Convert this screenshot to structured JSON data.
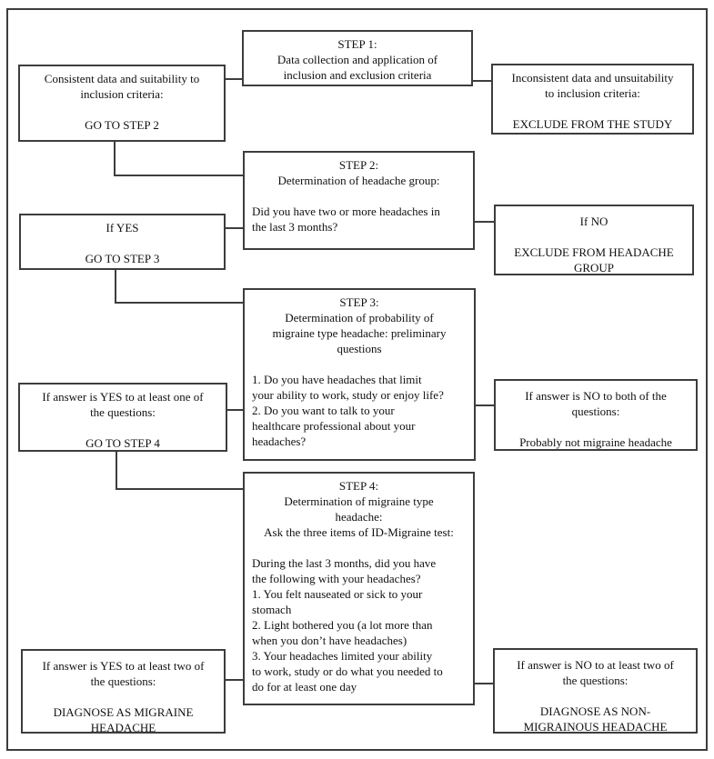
{
  "colors": {
    "background": "#ffffff",
    "line": "#3d3d3d",
    "text": "#111111"
  },
  "boxes": {
    "step1": {
      "centered": [
        "STEP 1:",
        "Data collection and application of",
        "inclusion and exclusion criteria"
      ],
      "left": []
    },
    "step2": {
      "centered": [
        "STEP 2:",
        "Determination of headache group:"
      ],
      "left": [
        "",
        "Did you have two or more headaches in",
        "the last 3 months?"
      ]
    },
    "step3": {
      "centered": [
        "STEP 3:",
        "Determination of probability of",
        "migraine type headache: preliminary",
        "questions"
      ],
      "left": [
        "",
        "1. Do you have headaches that limit",
        "your ability to work, study or enjoy life?",
        "2. Do you want to talk to your",
        "healthcare professional about your",
        "headaches?"
      ]
    },
    "step4": {
      "centered": [
        "STEP 4:",
        "Determination of migraine type",
        "headache:",
        "Ask the three items of ID-Migraine test:"
      ],
      "left": [
        "",
        "During the last 3 months, did you have",
        "the following with your headaches?",
        "1. You felt nauseated or sick to your",
        "stomach",
        "2. Light bothered you (a lot more than",
        "when you don’t have headaches)",
        "3. Your headaches limited your ability",
        "to work, study or do what you needed to",
        "do for at least one day"
      ]
    },
    "left1": {
      "centered": [
        "Consistent data and suitability to",
        "inclusion criteria:",
        "",
        "GO TO STEP 2"
      ],
      "left": []
    },
    "left2": {
      "centered": [
        "If YES",
        "",
        "GO TO STEP 3"
      ],
      "left": []
    },
    "left3": {
      "centered": [
        "If answer is YES to at least one of",
        "the questions:",
        "",
        "GO TO STEP 4"
      ],
      "left": []
    },
    "left4": {
      "centered": [
        "If answer is YES to at least two of",
        "the questions:",
        "",
        "DIAGNOSE AS MIGRAINE",
        "HEADACHE"
      ],
      "left": []
    },
    "right1": {
      "centered": [
        "Inconsistent data and unsuitability",
        "to inclusion criteria:",
        "",
        "EXCLUDE FROM THE STUDY"
      ],
      "left": []
    },
    "right2": {
      "centered": [
        "If NO",
        "",
        "EXCLUDE FROM HEADACHE",
        "GROUP"
      ],
      "left": []
    },
    "right3": {
      "centered": [
        "If answer is NO to both of the",
        "questions:",
        "",
        "Probably not migraine headache"
      ],
      "left": []
    },
    "right4": {
      "centered": [
        "If answer is NO to at least two of",
        "the questions:",
        "",
        "DIAGNOSE AS NON-",
        "MIGRAINOUS HEADACHE"
      ],
      "left": []
    }
  }
}
